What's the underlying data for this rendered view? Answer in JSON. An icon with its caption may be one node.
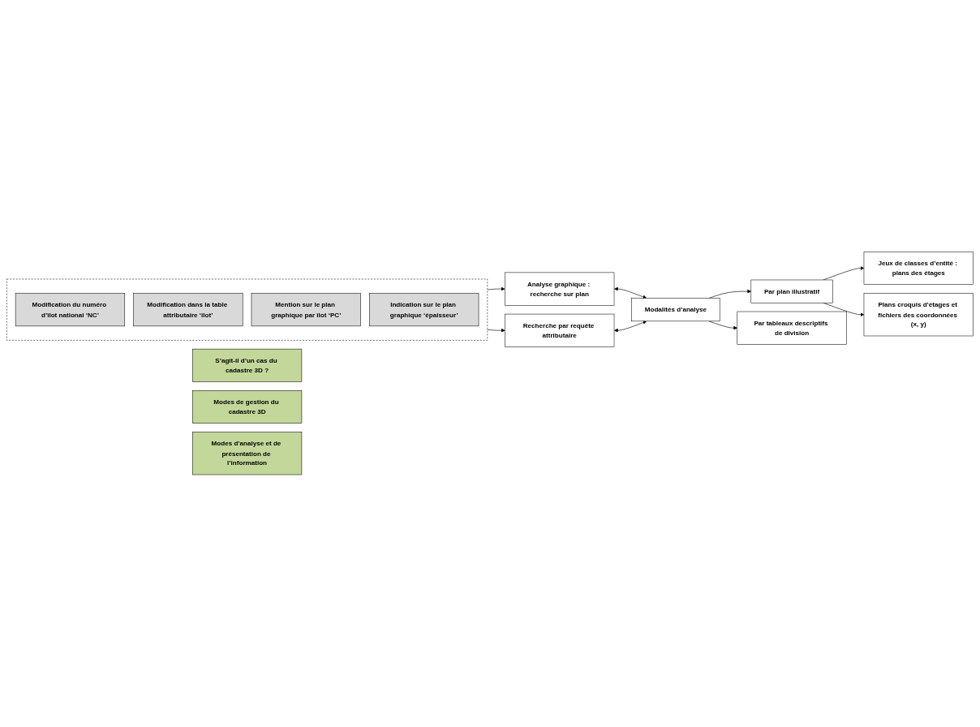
{
  "diagram": {
    "nodes": [
      {
        "text": [
          "S’agit-il d’un cas du cadastre 3D ?"
        ]
      },
      {
        "text": [
          "Modes de gestion du cadastre 3D"
        ]
      },
      {
        "text": [],
        "shape": "box"
      },
      {
        "text": [
          "Modification du numéro d’îlot national ‘NC’"
        ],
        "in": 2
      },
      {
        "text": [
          "Modification dans la table attributaire ‘îlot’"
        ],
        "in": 2
      },
      {
        "text": [
          "Mention sur le plan graphique par îlot ‘PC’"
        ],
        "in": 2
      },
      {
        "text": [
          "Indication sur le plan graphique ‘épaisseur’"
        ],
        "in": 2
      },
      {
        "text": [
          "Analyse graphique : recherche sur plan"
        ]
      },
      {
        "text": [
          "Recherche par requête attributaire"
        ]
      },
      {
        "text": [
          "Jeux de classes d’entité : plans des étages"
        ]
      },
      {
        "text": [
          "Par plan illustratif"
        ]
      },
      {
        "text": [
          "Plans croquis d’étages et fichiers des coordonnées (x, y)"
        ]
      },
      {
        "text": [
          "Modalités d’analyse"
        ]
      },
      {
        "text": [
          "Par tableaux descriptifs de division"
        ]
      },
      {
        "text": [
          "Modes d’analyse et de présentation de l’information"
        ]
      }
    ],
    "edges": [
      {
        "from": 2,
        "to": 7,
        "arrow": "to"
      },
      {
        "from": 2,
        "to": 8,
        "arrow": "to"
      },
      {
        "from": 7,
        "to": 12,
        "arrow": "both"
      },
      {
        "from": 8,
        "to": 12,
        "arrow": "both"
      },
      {
        "from": 12,
        "to": 10,
        "arrow": "to"
      },
      {
        "from": 12,
        "to": 13,
        "arrow": "to"
      },
      {
        "from": 10,
        "to": 9,
        "arrow": "to"
      },
      {
        "from": 10,
        "to": 11,
        "arrow": "to"
      }
    ]
  }
}
